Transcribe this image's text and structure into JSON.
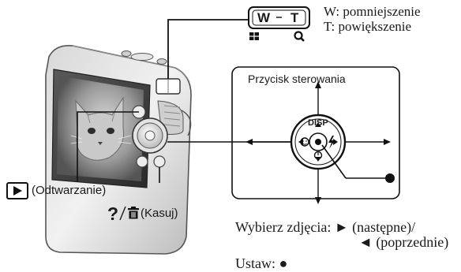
{
  "zoom": {
    "w_key": "W",
    "t_key": "T",
    "w_label": "W: pomniejszenie",
    "t_label": "T: powiększenie"
  },
  "control_panel": {
    "title": "Przycisk sterowania",
    "disp_key": "DISP"
  },
  "labels": {
    "playback": "(Odtwarzanie)",
    "delete": "(Kasuj)",
    "help_glyph": "?",
    "select_images": "Wybierz zdjęcia: ► (następne)/",
    "previous": "◄ (poprzednie)",
    "set": "Ustaw: ●"
  },
  "icons": [
    "playback-icon",
    "help-icon",
    "trash-icon",
    "wide-zoom-icon",
    "magnify-icon",
    "face-icon",
    "flash-icon",
    "self-timer-icon"
  ]
}
